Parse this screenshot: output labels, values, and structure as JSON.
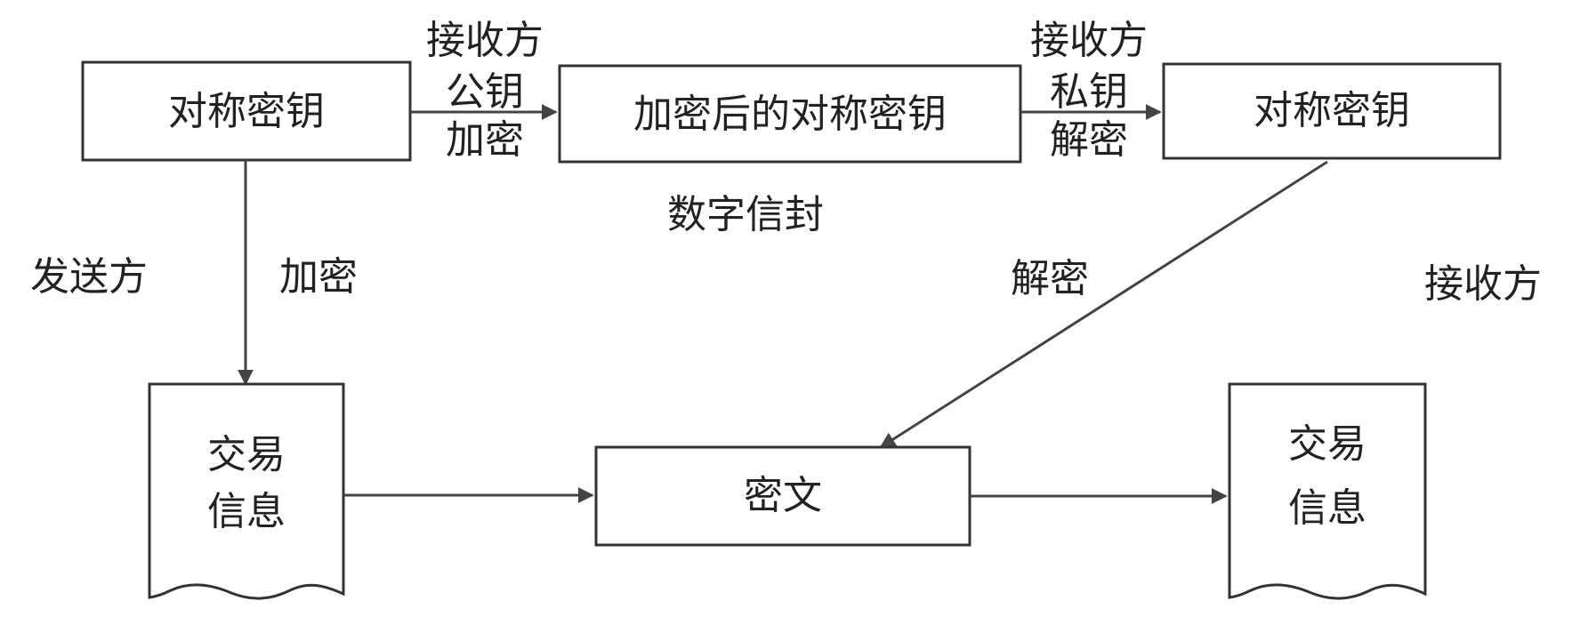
{
  "nodes": {
    "sym_key_sender": "对称密钥",
    "encrypted_sym_key": "加密后的对称密钥",
    "sym_key_receiver": "对称密钥",
    "plain_sender": [
      "交易",
      "信息"
    ],
    "ciphertext": "密文",
    "plain_receiver": [
      "交易",
      "信息"
    ]
  },
  "edge_labels": {
    "pub_encrypt": [
      "接收方",
      "公钥",
      "加密"
    ],
    "priv_decrypt": [
      "接收方",
      "私钥",
      "解密"
    ],
    "sender_encrypt": "加密",
    "receiver_decrypt": "解密"
  },
  "labels": {
    "digital_envelope": "数字信封",
    "sender": "发送方",
    "receiver": "接收方"
  },
  "colors": {
    "stroke": "#333333",
    "arrow": "#444444",
    "text": "#222222",
    "background": "#ffffff"
  }
}
